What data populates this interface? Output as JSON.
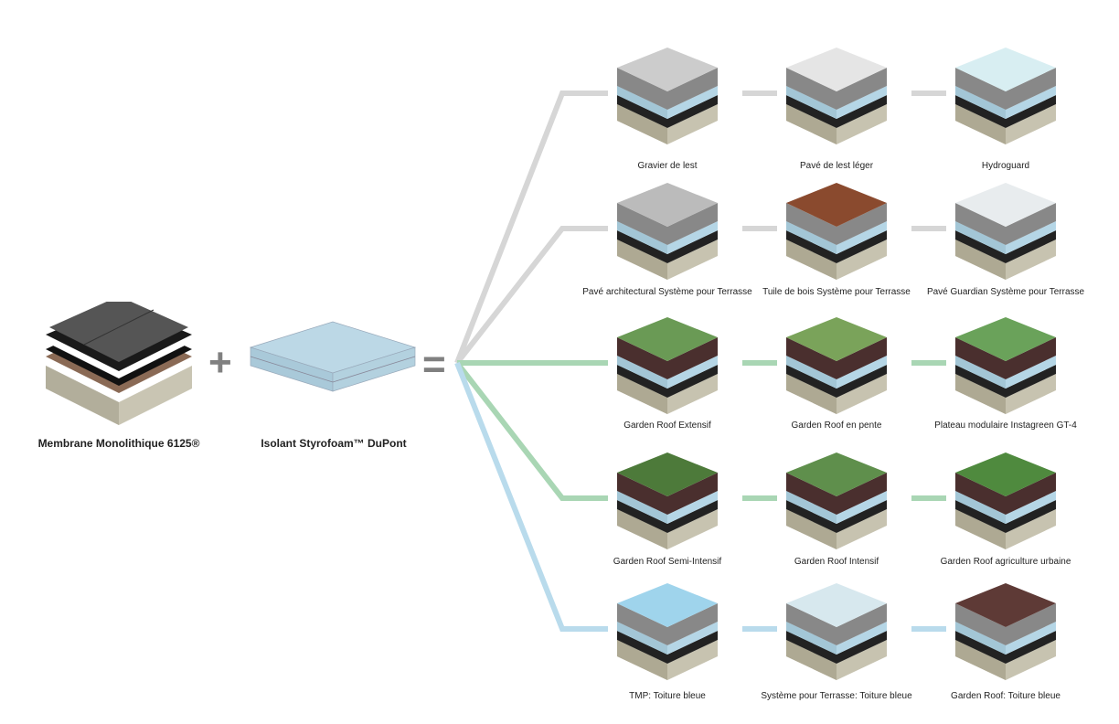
{
  "inputs": {
    "membrane": "Membrane Monolithique 6125®",
    "insulation": "Isolant Styrofoam™ DuPont"
  },
  "operators": {
    "plus": "+",
    "equals": "="
  },
  "branch_colors": {
    "gray": "#d6d6d6",
    "green": "#a9d6b4",
    "blue": "#b9dbec"
  },
  "rows": [
    {
      "branch": "gray",
      "systems": [
        "Gravier de lest",
        "Pavé de lest léger",
        "Hydroguard"
      ]
    },
    {
      "branch": "gray",
      "systems": [
        "Pavé architectural Système pour Terrasse",
        "Tuile de bois Système pour Terrasse",
        "Pavé Guardian Système pour Terrasse"
      ]
    },
    {
      "branch": "green",
      "systems": [
        "Garden Roof Extensif",
        "Garden Roof en pente",
        "Plateau modulaire Instagreen GT-4"
      ]
    },
    {
      "branch": "green",
      "systems": [
        "Garden Roof Semi-Intensif",
        "Garden Roof Intensif",
        "Garden Roof agriculture urbaine"
      ]
    },
    {
      "branch": "blue",
      "systems": [
        "TMP: Toiture bleue",
        "Système pour Terrasse: Toiture bleue",
        "Garden Roof: Toiture bleue"
      ]
    }
  ]
}
